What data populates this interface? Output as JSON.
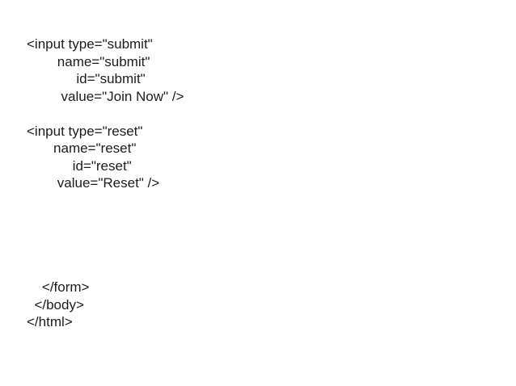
{
  "slide": {
    "background_color": "#ffffff",
    "text_color": "#1c1c1c"
  },
  "code": {
    "language": "html",
    "lines": [
      "<input type=\"submit\"",
      "        name=\"submit\"",
      "             id=\"submit\"",
      "         value=\"Join Now\" />",
      "",
      "<input type=\"reset\"",
      "       name=\"reset\"",
      "            id=\"reset\"",
      "        value=\"Reset\" />",
      "",
      "",
      "",
      "",
      "",
      "    </form>",
      "  </body>",
      "</html>"
    ]
  }
}
